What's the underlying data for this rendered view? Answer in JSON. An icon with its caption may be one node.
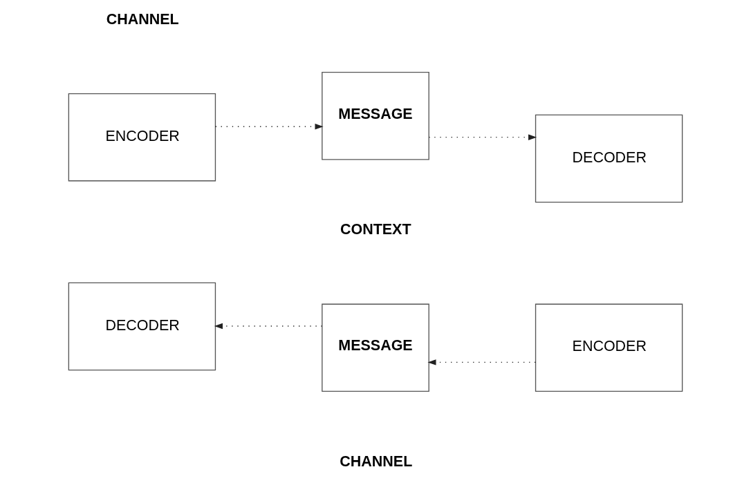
{
  "diagram": {
    "nodes": [
      {
        "text": [
          "MESSAGE"
        ]
      },
      {
        "text": [
          "ENCODER"
        ]
      },
      {
        "text": [
          "DECODER"
        ]
      },
      {
        "text": [
          "DECODER"
        ]
      },
      {
        "text": [
          "ENCODER"
        ]
      },
      {
        "text": [
          "MESSAGE"
        ]
      }
    ],
    "edges": [
      {
        "from": 1,
        "to": 0,
        "arrow": "to",
        "style": "dashed"
      },
      {
        "from": 0,
        "to": 2,
        "arrow": "to",
        "style": "dashed"
      },
      {
        "from": 4,
        "to": 5,
        "arrow": "to",
        "style": "dashed"
      },
      {
        "from": 5,
        "to": 3,
        "arrow": "to",
        "style": "dashed"
      }
    ],
    "labels": [
      "CHANNEL",
      "CONTEXT",
      "CHANNEL"
    ]
  }
}
